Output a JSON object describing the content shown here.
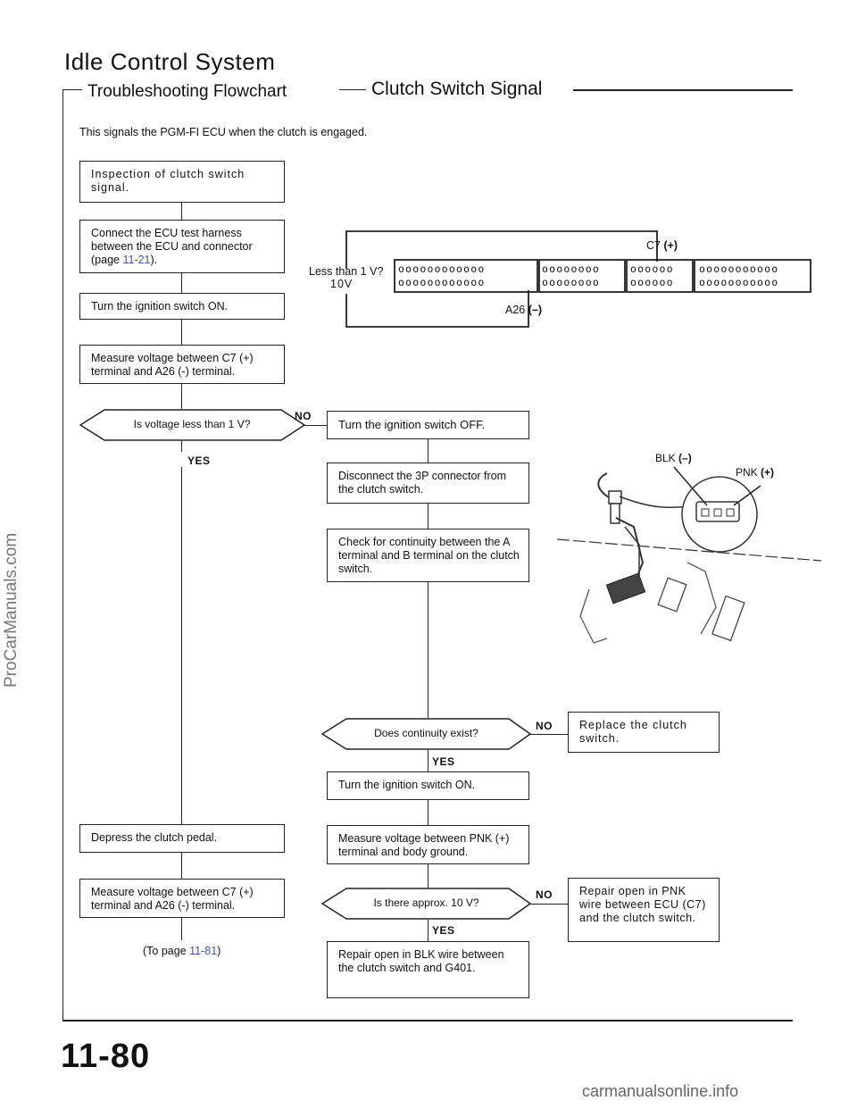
{
  "header": {
    "title": "Idle Control System",
    "subtitle": "Troubleshooting Flowchart",
    "section": "Clutch Switch Signal",
    "intro": "This signals the PGM-FI ECU when the clutch is engaged."
  },
  "left_flow": {
    "step1": "Inspection of clutch switch signal.",
    "step2_text": "Connect the ECU test harness between the ECU and connector (page ",
    "step2_link": "11-21",
    "step2_end": ").",
    "step3": "Turn the ignition switch ON.",
    "step4": "Measure voltage between C7 (+) terminal and A26 (-) terminal.",
    "decision1": "Is voltage less than 1 V?",
    "no1": "NO",
    "yes1": "YES",
    "step5": "Depress the clutch pedal.",
    "step6": "Measure voltage between C7 (+) terminal and A26 (-) terminal.",
    "to_page_text": "(To page ",
    "to_page_link": "11-81",
    "to_page_end": ")"
  },
  "connector": {
    "c7_label": "C7",
    "c7_sign": "(+)",
    "a26_label": "A26",
    "a26_sign": "(–)",
    "reading_1": "Less than 1 V?",
    "reading_2": "10V",
    "row1": [
      "oooooooooooo",
      "oooooooo",
      "oooooo",
      "ooooooooooo"
    ],
    "row2": [
      "oooooooooooo",
      "oooooooo",
      "oooooo",
      "ooooooooooo"
    ]
  },
  "right_flow": {
    "step1": "Turn the ignition switch OFF.",
    "step2": "Disconnect the 3P connector from the clutch switch.",
    "step3": "Check for continuity between the A terminal and B terminal on the clutch switch.",
    "decision2": "Does continuity exist?",
    "no2": "NO",
    "replace": "Replace the clutch switch.",
    "yes2": "YES",
    "step4": "Turn the ignition switch ON.",
    "step5": "Measure voltage between PNK (+) terminal and body ground.",
    "decision3": "Is there approx. 10 V?",
    "no3": "NO",
    "repair_pnk": "Repair open in PNK wire between ECU (C7) and the clutch switch.",
    "yes3": "YES",
    "repair_blk": "Repair open in BLK wire between the clutch switch and G401."
  },
  "illustration": {
    "blk": "BLK",
    "blk_sign": "(–)",
    "pnk": "PNK",
    "pnk_sign": "(+)"
  },
  "footer": {
    "page_number": "11-80",
    "watermark_left": "ProCarManuals.com",
    "watermark_right": "carmanualsonline.info"
  }
}
